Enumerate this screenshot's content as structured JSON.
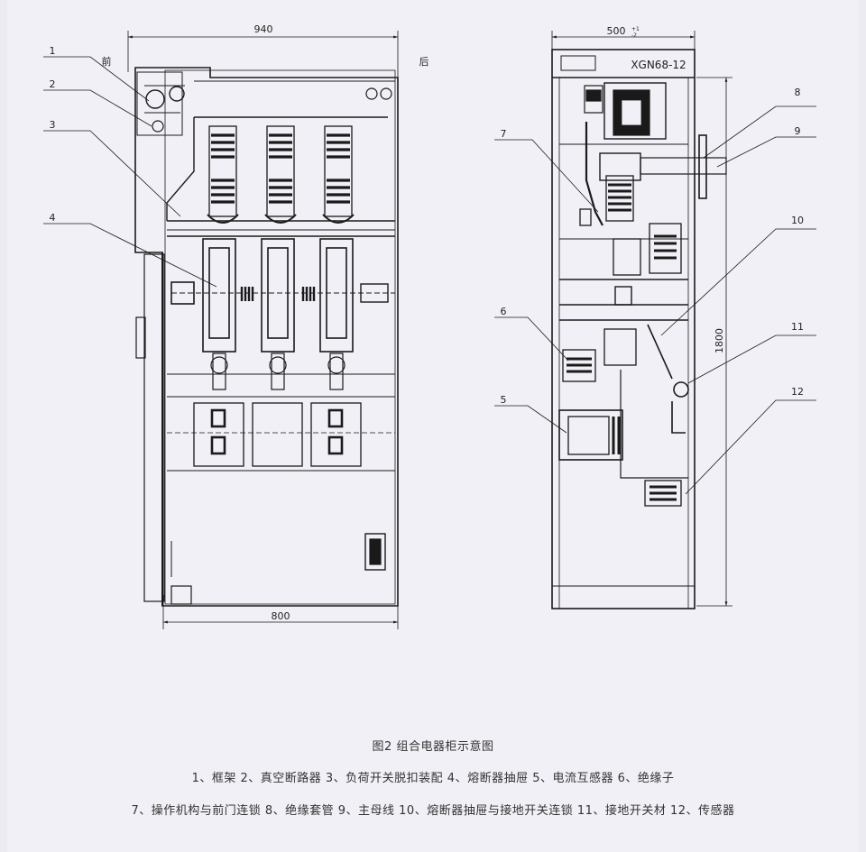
{
  "figure": {
    "title": "图2  组合电器柜示意图",
    "legend_line1": "1、框架 2、真空断路器 3、负荷开关脱扣装配 4、熔断器抽屉 5、电流互感器 6、绝缘子",
    "legend_line2": "7、操作机构与前门连锁 8、绝缘套管 9、主母线 10、熔断器抽屉与接地开关连锁 11、接地开关材 12、传感器"
  },
  "front_view": {
    "width_dim": "940",
    "bottom_dim": "800",
    "front_label": "前",
    "rear_label": "后",
    "callouts": [
      "1",
      "2",
      "3",
      "4"
    ]
  },
  "side_view": {
    "depth_dim": "500",
    "tol_plus": "+1",
    "tol_minus": "-2",
    "model": "XGN68-12",
    "height_dim": "1800",
    "callouts_left": [
      "7",
      "6",
      "5"
    ],
    "callouts_right": [
      "8",
      "9",
      "10",
      "11",
      "12"
    ]
  },
  "colors": {
    "line": "#1a1a1a",
    "background": "#f1f0f6"
  }
}
